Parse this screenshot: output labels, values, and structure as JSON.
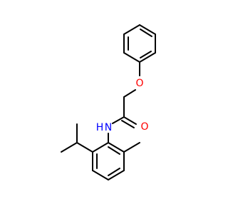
{
  "molecule": {
    "atoms": {
      "oxygen_ether": "O",
      "oxygen_carbonyl": "O",
      "nitrogen": "N",
      "nitrogen_hydrogen": "H"
    },
    "colors": {
      "bond": "#000000",
      "oxygen": "#ff0000",
      "nitrogen": "#0000ff"
    }
  }
}
